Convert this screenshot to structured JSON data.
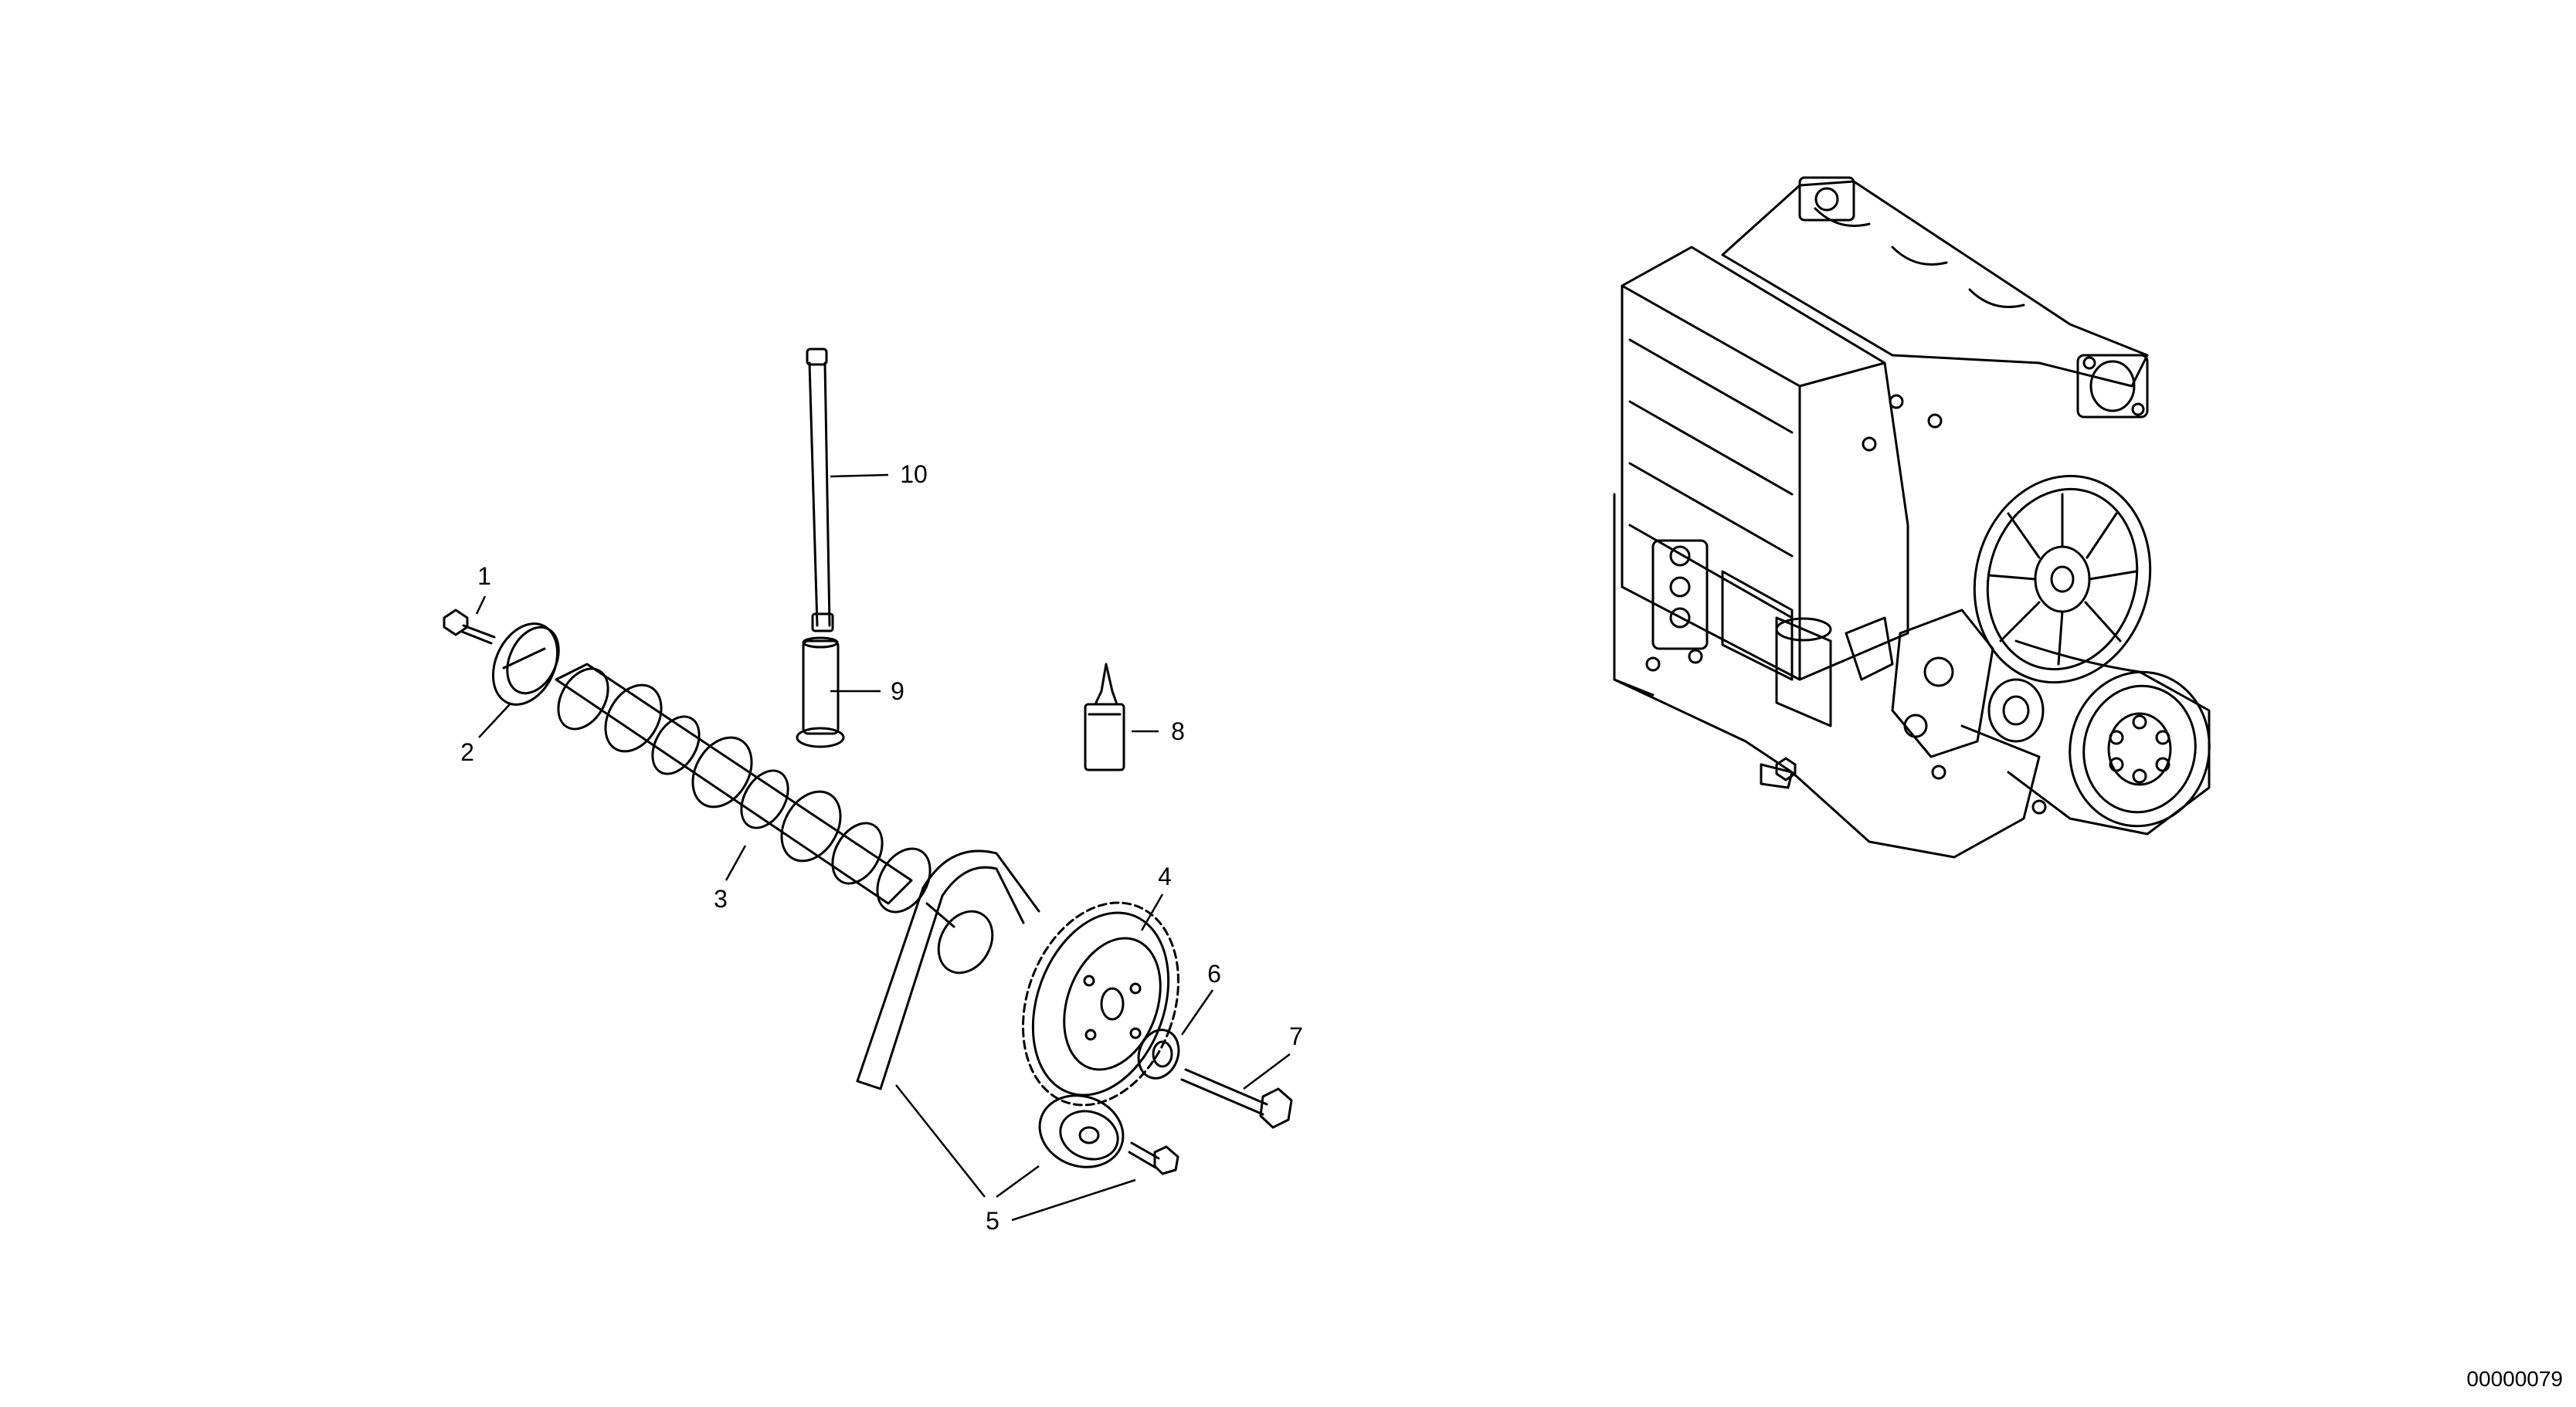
{
  "callouts": [
    {
      "id": "1",
      "label": "1"
    },
    {
      "id": "2",
      "label": "2"
    },
    {
      "id": "3",
      "label": "3"
    },
    {
      "id": "4",
      "label": "4"
    },
    {
      "id": "5",
      "label": "5"
    },
    {
      "id": "6",
      "label": "6"
    },
    {
      "id": "7",
      "label": "7"
    },
    {
      "id": "8",
      "label": "8"
    },
    {
      "id": "9",
      "label": "9"
    },
    {
      "id": "10",
      "label": "10"
    }
  ],
  "drawing_number": "00000079",
  "colors": {
    "line": "#000000",
    "background": "#ffffff"
  }
}
